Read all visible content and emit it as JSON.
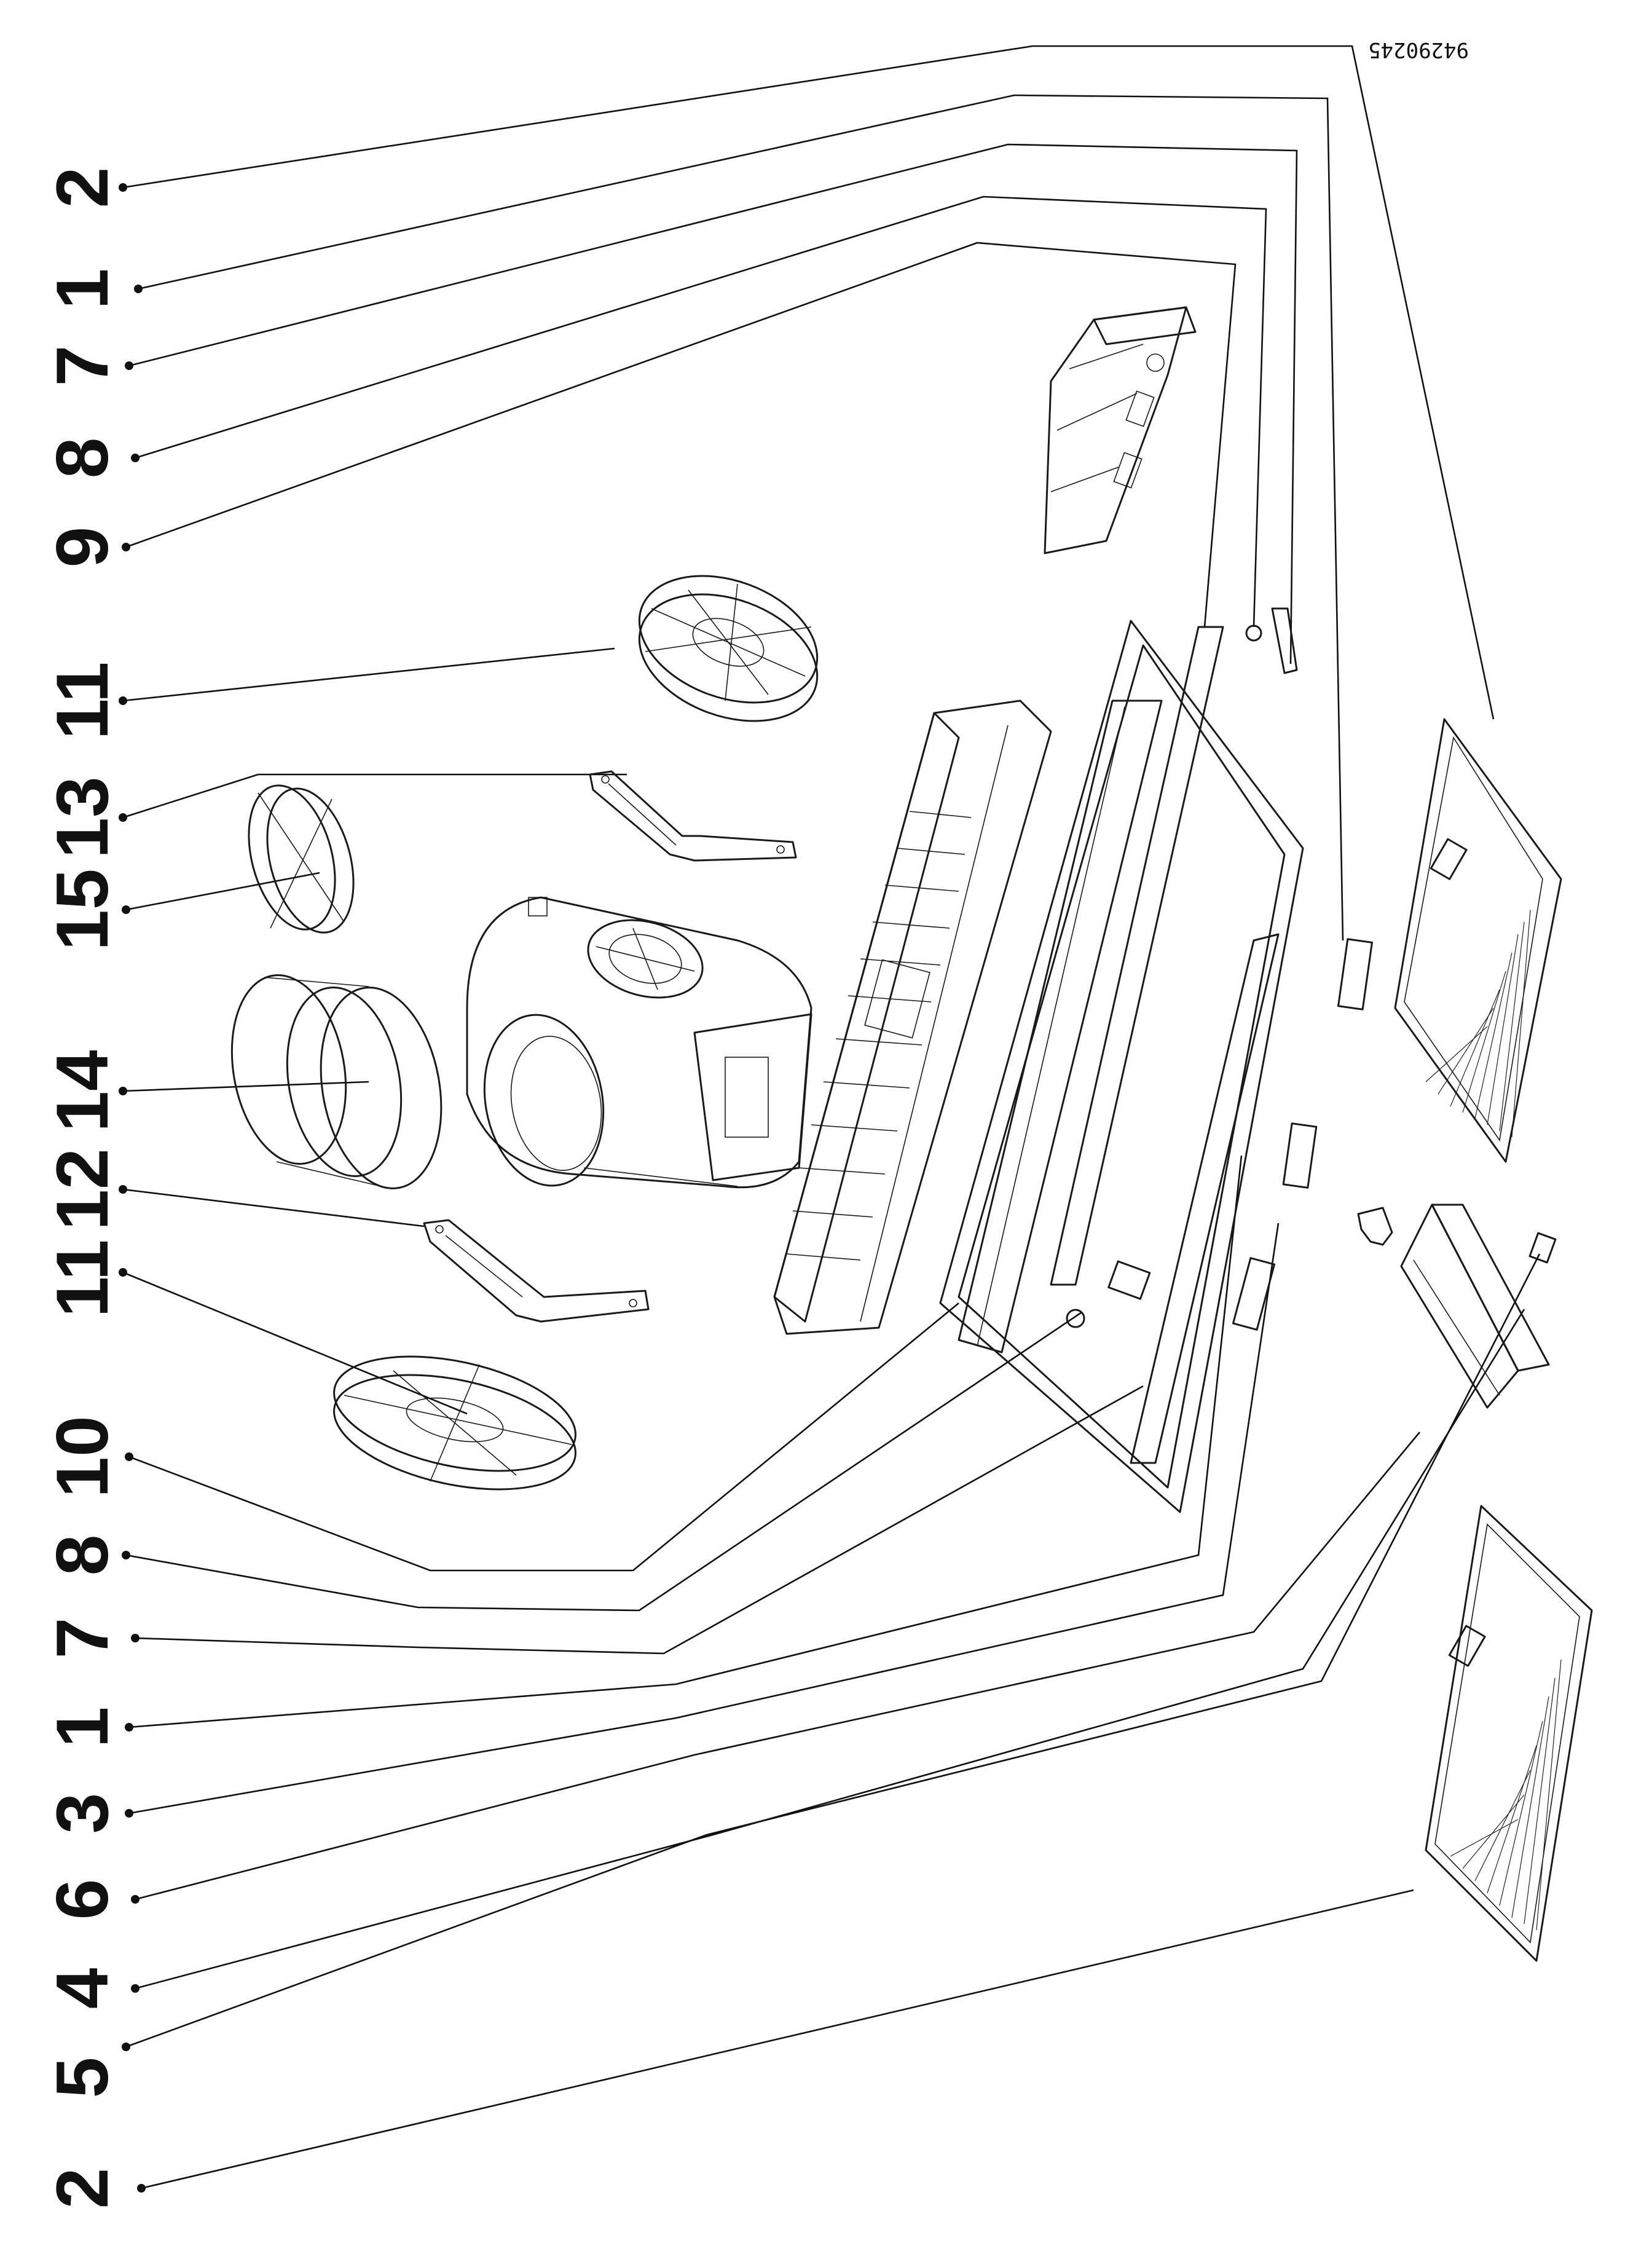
{
  "document_code": "94290245",
  "left_callouts": [
    "2",
    "1",
    "7",
    "8",
    "9",
    "11",
    "13",
    "15",
    "14",
    "12",
    "11",
    "10",
    "8",
    "7",
    "1",
    "3",
    "6",
    "4",
    "5",
    "2"
  ],
  "part_icons": {
    "filter_frame": "rectangular-grease-filter",
    "fan_guard": "circular-filter-grid",
    "motor": "blower-motor-housing",
    "duct": "duct-connector-ring",
    "bracket": "mounting-bracket",
    "light": "light-switch-module"
  }
}
